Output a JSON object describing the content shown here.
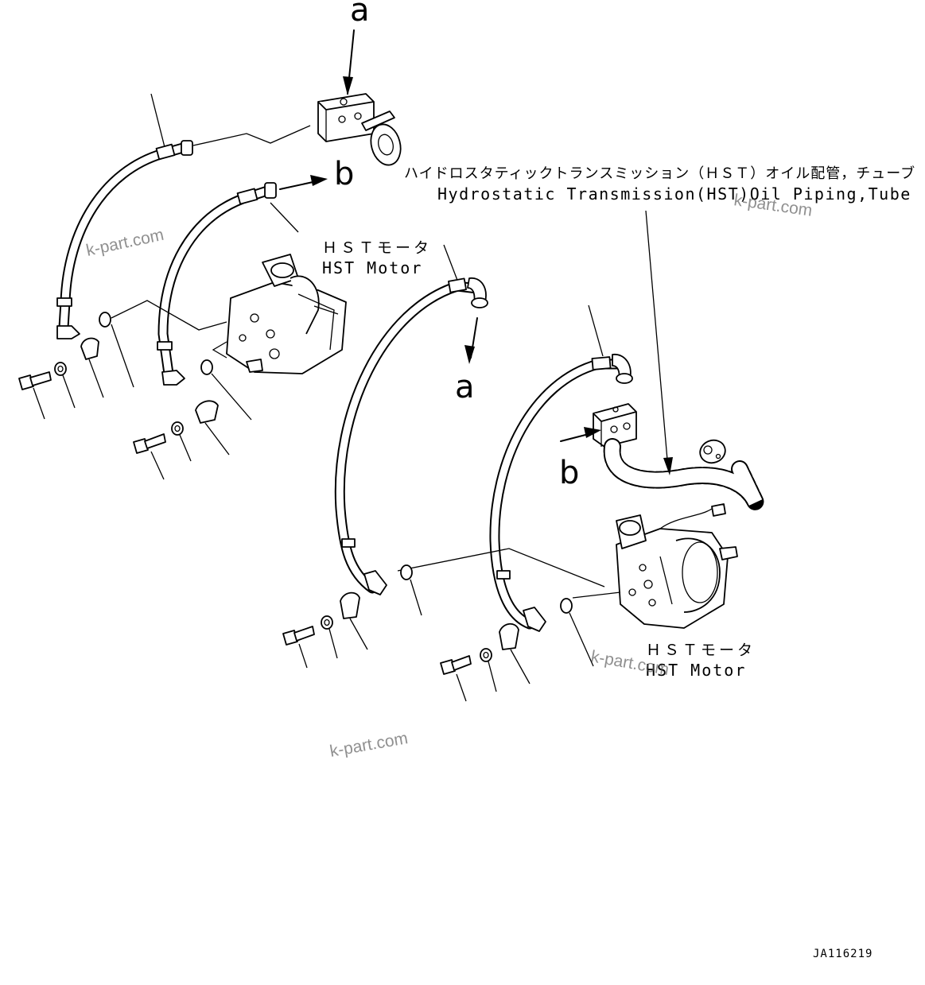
{
  "title": {
    "jp": "ハイドロスタティックトランスミッション（ＨＳＴ）オイル配管，チューブ",
    "en": "Hydrostatic Transmission(HST)Oil Piping,Tube"
  },
  "motor_label": {
    "jp": "ＨＳＴモータ",
    "en": "HST Motor"
  },
  "refs": {
    "a": "a",
    "b": "b"
  },
  "watermark": "k-part.com",
  "drawing_code": "JA116219"
}
